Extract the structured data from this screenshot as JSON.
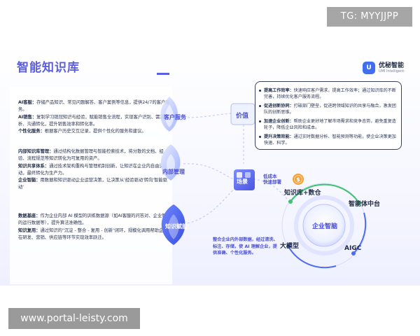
{
  "watermark_top": "TG: MYYJJPP",
  "watermark_bottom": "www.portal-leisty.com",
  "title": "智能知识库",
  "brand": {
    "name": "优秘智能",
    "sub": "UMI Intelligent",
    "logo_glyph": "U"
  },
  "colors": {
    "accent": "#5b5fe0",
    "dark": "#1f2a44",
    "petal_blue": "#4e6cf0",
    "petal_light": "#dbe2ff",
    "green": "#3ec46d",
    "orange": "#f2a13a"
  },
  "left_blocks": [
    {
      "rows": [
        {
          "key": "AI客服：",
          "text": "存储产品知识、常见问题解答、客户案例等信息，提供24/7的客户服务。"
        },
        {
          "key": "AI销售：",
          "text": "复制学习销冠知识与经验，赋能销售全流程，实现客户识别、需求分析、沟通转化，提升销售效率和转化率。"
        },
        {
          "key": "个性化服务：",
          "text": "根据客户历史交互记录，提供个性化的服务和建议。"
        }
      ]
    },
    {
      "rows": [
        {
          "key": "内部知识库管理：",
          "text": "通过结构化数据管理与智能检索技术，将分散的文档、经验、流程规范等知识转化为可复用的资产。"
        },
        {
          "key": "知识共享体系：",
          "text": "通过技术架构重构与管理机制创新，让知识在企业内自由流动，最终转化为生产力。"
        },
        {
          "key": "企业智脑：",
          "text": "用数据和知识驱动企业运营决策，让决策从'经验驱动'转向'智能驱动'"
        }
      ]
    },
    {
      "rows": [
        {
          "key": "数据基座：",
          "text": "作为企业内部 AI 模型的训练数据源（如AI客服的问答对、企业智能的运行数据等），提升算法准确性。"
        },
        {
          "key": "知识复用：",
          "text": "通过知识的\"沉淀 - 整合 - 复用 - 创新\"闭环，规模化调用帮助企业在研发、营销、供应链等环节实现效率跃迁。"
        }
      ]
    }
  ],
  "petals": [
    {
      "label": "客户服务"
    },
    {
      "label": "内部管理"
    },
    {
      "label": "知识赋能"
    }
  ],
  "value_node": {
    "label": "价值"
  },
  "scene_node": {
    "label": "场景"
  },
  "right_box": {
    "rows": [
      {
        "key": "提高工作效率：",
        "text": "快速响应客户需求，提高工作效率；通过知识库的不断完善，持续优化客户服务流程。"
      },
      {
        "key": "促进创新协同：",
        "text": "打破部门壁垒，促进跨领域知识的共享与融合，激发团队的创新思维。"
      },
      {
        "key": "加速企业创新：",
        "text": "帮助企业更好地了解市场需求和竞争态势，避免重复造轮子，降低企业风险和成本。"
      },
      {
        "key": "提升决策效能：",
        "text": "通过实时数据分析、智能预测等功能，使企业决策更加快速、科学。"
      }
    ]
  },
  "cycle": {
    "cost_label_line1": "低成本",
    "cost_label_line2": "快速部署",
    "center": "企业智脑",
    "items": [
      "知识库+数仓",
      "智能体中台",
      "AIGC",
      "大模型"
    ],
    "data_note": "整合企业内外部数据，经过清洗、标注、存储，使 AI 理解企业，提供准确、个性化服务。"
  }
}
